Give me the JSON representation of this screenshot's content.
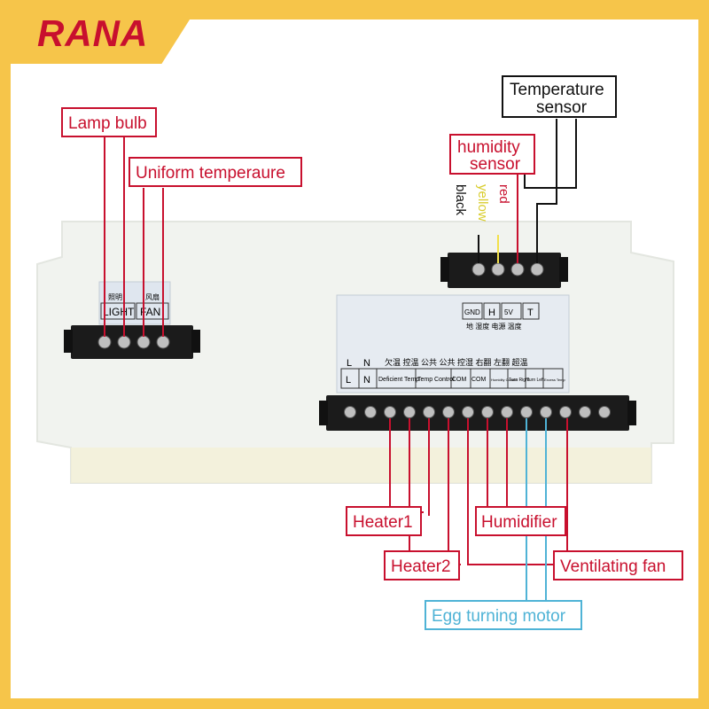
{
  "brand": {
    "name": "RANA"
  },
  "labels": {
    "lamp_bulb": "Lamp bulb",
    "uniform_temp": "Uniform temperaure",
    "temperature_sensor_1": "Temperature",
    "temperature_sensor_2": "sensor",
    "humidity_sensor_1": "humidity",
    "humidity_sensor_2": "sensor",
    "heater1": "Heater1",
    "heater2": "Heater2",
    "humidifier": "Humidifier",
    "ventilating_fan": "Ventilating fan",
    "egg_turning_motor": "Egg turning motor"
  },
  "wire_colors": {
    "black": "black",
    "yellow": "yellow",
    "red": "red"
  },
  "left_plate": {
    "cn1": "照明",
    "cn2": "风扇",
    "light": "LIGHT",
    "fan": "FAN"
  },
  "right_top_plate": {
    "gnd": "GND",
    "h": "H",
    "v5": "5V",
    "t": "T",
    "cn": "地  湿度 电源 温度"
  },
  "main_plate": {
    "cn_row": "欠温       控温    公共 公共 控湿 右翻 左翻 超温",
    "terminals": [
      "L",
      "N",
      "Deficient Temp",
      "Temp Control",
      "COM",
      "COM",
      "Humidity Control",
      "Turn Right",
      "Turn Left",
      "Excess Temp"
    ]
  },
  "colors": {
    "accent": "#f6c54a",
    "brand_text": "#c8102e",
    "label_red": "#c8102e",
    "label_blue": "#4fb3d6",
    "label_black": "#111111"
  }
}
